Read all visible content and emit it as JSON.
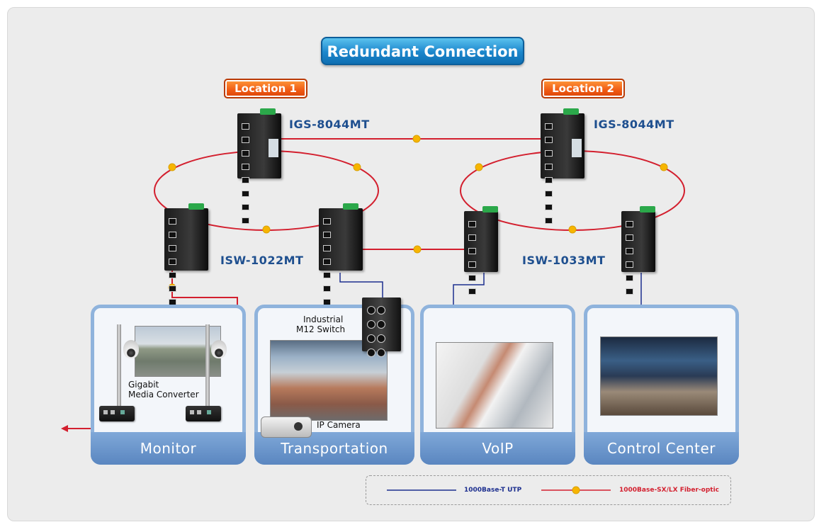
{
  "title": "Redundant Connection",
  "locations": [
    "Location 1",
    "Location 2"
  ],
  "devices": {
    "core_left": "IGS-8044MT",
    "core_right": "IGS-8044MT",
    "edge_left": "ISW-1022MT",
    "edge_right": "ISW-1033MT"
  },
  "segments": [
    "Monitor",
    "Transportation",
    "VoIP",
    "Control Center"
  ],
  "annotations": {
    "media_converter_line1": "Gigabit",
    "media_converter_line2": "Media Converter",
    "m12_switch_line1": "Industrial",
    "m12_switch_line2": "M12 Switch",
    "ip_camera": "IP Camera"
  },
  "legend": {
    "utp": "1000Base-T UTP",
    "fiber": "1000Base-SX/LX Fiber-optic"
  },
  "colors": {
    "fiber": "#d31f2e",
    "utp": "#1d2f8f",
    "title_blue": "#1b86cc",
    "location_orange": "#f05a14",
    "device_label": "#1e4f8f",
    "segment_blue": "#8fb3dc"
  },
  "icons": [
    "industrial-switch-icon",
    "fiber-node-icon",
    "media-converter-icon",
    "ip-camera-icon",
    "dome-camera-icon"
  ]
}
